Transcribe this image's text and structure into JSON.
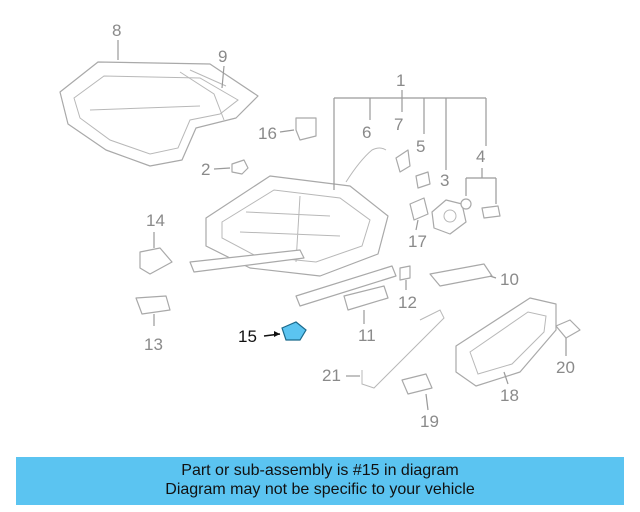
{
  "diagram": {
    "highlight_color": "#5bc4f1",
    "callouts": {
      "c1": "1",
      "c2": "2",
      "c3": "3",
      "c4": "4",
      "c5": "5",
      "c6": "6",
      "c7": "7",
      "c8": "8",
      "c9": "9",
      "c10": "10",
      "c11": "11",
      "c12": "12",
      "c13": "13",
      "c14": "14",
      "c15": "15",
      "c16": "16",
      "c17": "17",
      "c18": "18",
      "c19": "19",
      "c20": "20",
      "c21": "21"
    }
  },
  "banner": {
    "line1": "Part or sub-assembly is #15 in diagram",
    "line2": "Diagram may not be specific to your vehicle",
    "color": "#5bc4f1"
  }
}
